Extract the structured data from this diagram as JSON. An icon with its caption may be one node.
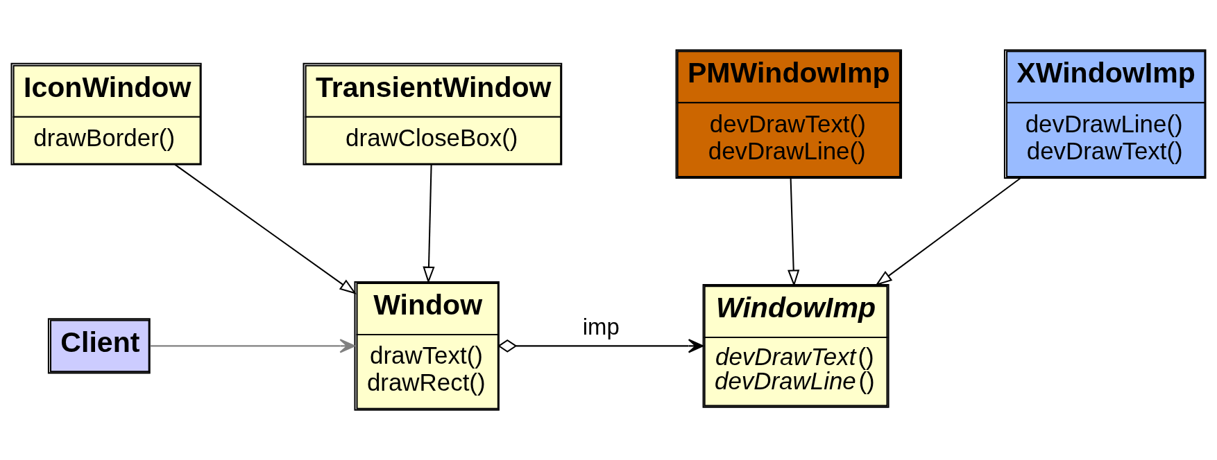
{
  "diagram": {
    "nodes": [
      {
        "text": [
          "Client"
        ]
      },
      {
        "text": [
          "Window",
          "drawText() drawRect()"
        ]
      },
      {
        "text": [
          "WindowImp",
          "*devDrawText*() *devDrawLine*()"
        ]
      },
      {
        "text": [
          "IconWindow",
          "drawBorder()"
        ]
      },
      {
        "text": [
          "TransientWindow",
          "drawCloseBox()"
        ]
      },
      {
        "text": [
          "PMWindowImp",
          "devDrawText() devDrawLine()"
        ]
      },
      {
        "text": [
          "XWindowImp",
          "devDrawLine() devDrawText()"
        ]
      }
    ],
    "edges": [
      {
        "from": 0,
        "to": 1,
        "arrow": "to",
        "color": "#808080"
      },
      {
        "from": 1,
        "to": 2,
        "arrow": "to",
        "label": "imp"
      },
      {
        "from": 3,
        "to": 1,
        "arrow": "to"
      },
      {
        "from": 4,
        "to": 1,
        "arrow": "to"
      },
      {
        "from": 5,
        "to": 2,
        "arrow": "to"
      },
      {
        "from": 6,
        "to": 2,
        "arrow": "to"
      }
    ]
  }
}
